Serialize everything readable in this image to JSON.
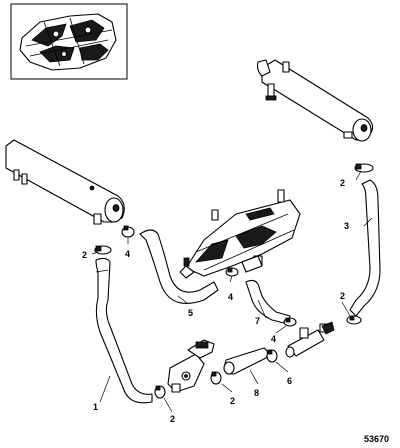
{
  "figure": {
    "reference_number": "53670",
    "callouts": [
      {
        "id": "c1",
        "label": "1"
      },
      {
        "id": "c2a",
        "label": "2"
      },
      {
        "id": "c2b",
        "label": "2"
      },
      {
        "id": "c2c",
        "label": "2"
      },
      {
        "id": "c2d",
        "label": "2"
      },
      {
        "id": "c2e",
        "label": "2"
      },
      {
        "id": "c3",
        "label": "3"
      },
      {
        "id": "c4a",
        "label": "4"
      },
      {
        "id": "c4b",
        "label": "4"
      },
      {
        "id": "c4c",
        "label": "4"
      },
      {
        "id": "c5",
        "label": "5"
      },
      {
        "id": "c6",
        "label": "6"
      },
      {
        "id": "c7",
        "label": "7"
      },
      {
        "id": "c8",
        "label": "8"
      }
    ]
  }
}
